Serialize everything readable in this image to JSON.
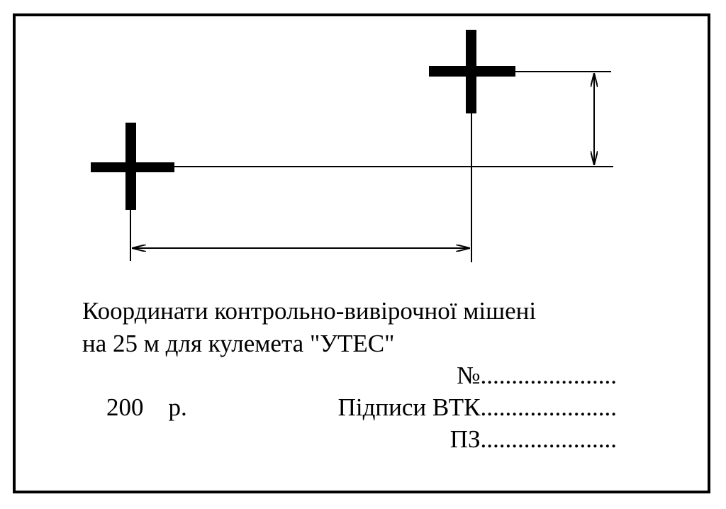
{
  "caption": {
    "line1": "Координати контрольно-вивірочної мішені",
    "line2": "на 25 м для кулемета \"УТЕС\""
  },
  "fields": {
    "number": "№......................",
    "year": "200    р.",
    "signatures_vtk": "Підписи ВТК......................",
    "pz": "ПЗ......................"
  },
  "colors": {
    "ink": "#000000",
    "paper": "#ffffff"
  }
}
